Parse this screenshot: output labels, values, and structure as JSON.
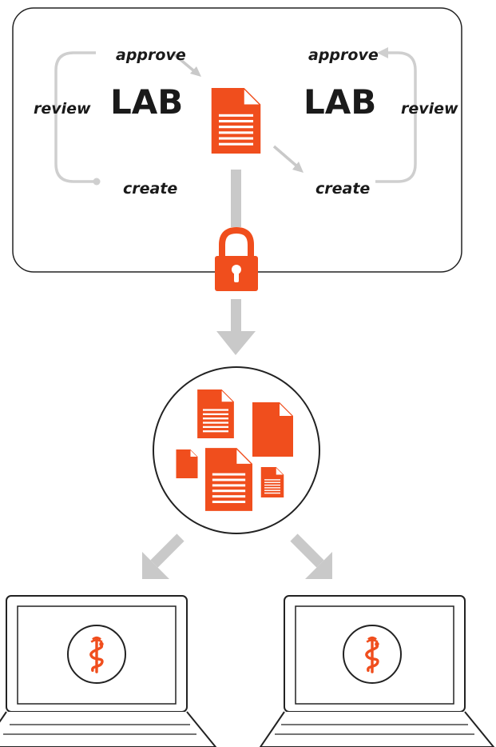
{
  "lab_left": {
    "name": "LAB",
    "steps": {
      "approve": "approve",
      "review": "review",
      "create": "create"
    }
  },
  "lab_right": {
    "name": "LAB",
    "steps": {
      "approve": "approve",
      "review": "review",
      "create": "create"
    }
  },
  "colors": {
    "accent": "#f04e1d",
    "arrow_gray": "#c9c9c9",
    "loop_gray": "#cfcfcf",
    "outline": "#222222",
    "text": "#1a1a1a"
  },
  "icons": {
    "central_document": "document-icon",
    "lock": "padlock-icon",
    "repository": "document-repository",
    "clinical_symbol": "rod-of-asclepius-icon"
  }
}
